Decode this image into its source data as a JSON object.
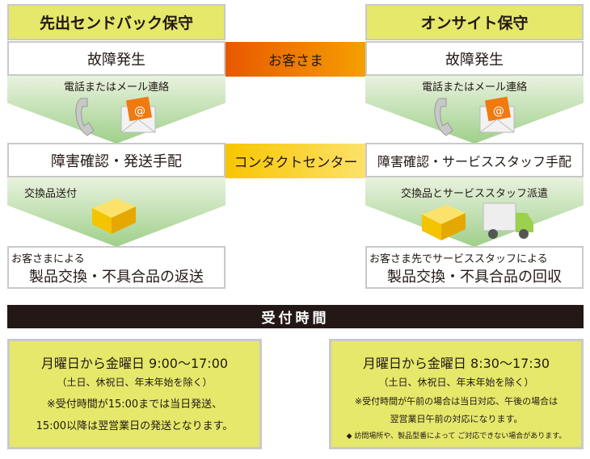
{
  "left": {
    "title": "先出センドバック保守",
    "step1": "故障発生",
    "contact_label": "電話またはメール連絡",
    "step2": "障害確認・発送手配",
    "ship_label": "交換品送付",
    "final_small": "お客さまによる",
    "final_main": "製品交換・不具合品の返送"
  },
  "right": {
    "title": "オンサイト保守",
    "step1": "故障発生",
    "contact_label": "電話またはメール連絡",
    "step2": "障害確認・サービススタッフ手配",
    "ship_label": "交換品とサービススタッフ派遣",
    "final_small": "お客さま先でサービススタッフによる",
    "final_main": "製品交換・不具合品の回収"
  },
  "center": {
    "customer": "お客さま",
    "contact_center": "コンタクトセンター",
    "customer_color": "#e95a00",
    "contact_color": "#f8c500"
  },
  "hours": {
    "title": "受付時間",
    "left": {
      "line1": "月曜日から金曜日 9:00～17:00",
      "line2": "（土日、休祝日、年末年始を除く）",
      "line3": "※受付時間が15:00までは当日発送、",
      "line4": "15:00以降は翌営業日の発送となります。"
    },
    "right": {
      "line1": "月曜日から金曜日 8:30～17:30",
      "line2": "（土日、休祝日、年末年始を除く）",
      "line3": "※受付時間が午前の場合は当日対応、午後の場合は",
      "line4": "翌営業日午前の対応になります。",
      "note": "◆ 訪問場所や、製品型番によって ご対応できない場合があります。"
    }
  }
}
